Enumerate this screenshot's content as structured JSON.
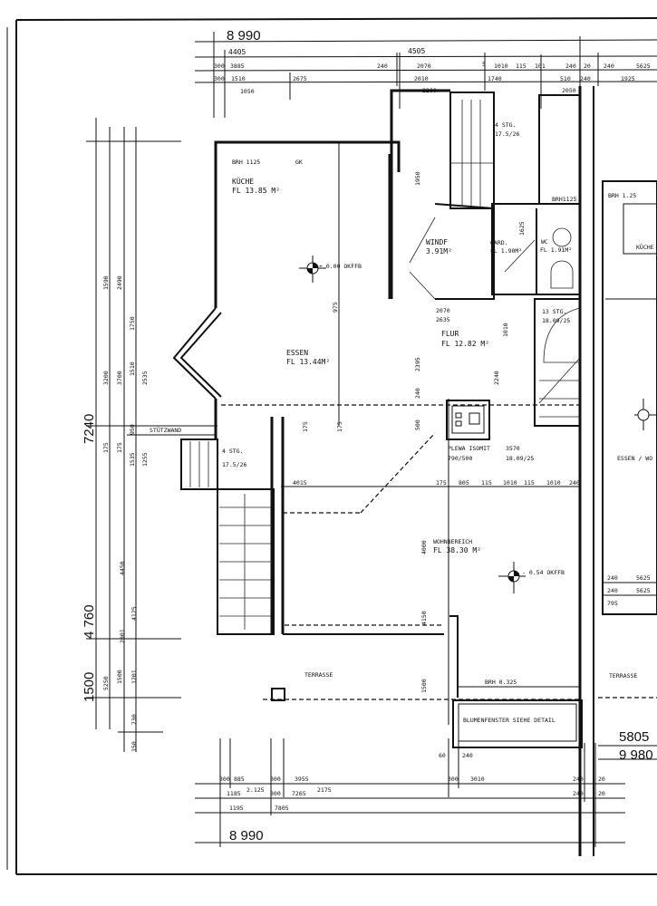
{
  "title": "Grundriss Erdgeschoss",
  "rooms": {
    "kueche": {
      "name": "KÜCHE",
      "area": "FL 13.85 M²"
    },
    "essen": {
      "name": "ESSEN",
      "area": "FL 13.44M²"
    },
    "winde": {
      "name": "WINDF",
      "area": "3.91M²"
    },
    "garderobe": {
      "name": "GARD.",
      "area": "FL 1.90M²"
    },
    "wc": {
      "name": "WC",
      "area": "FL 1.91M²"
    },
    "flur": {
      "name": "FLUR",
      "area": "FL 12.82 M²"
    },
    "wohnbereich": {
      "name": "WOHNBEREICH",
      "area": "FL 38.30 M²"
    },
    "terrasse": {
      "name": "TERRASSE"
    }
  },
  "labels": {
    "brh_kitchen": "BRH 1125",
    "gk": "GK",
    "level_upper": "± 0.00 OKFFB",
    "stair_top": "4 STG.",
    "stair_top_ratio": "17.5/26",
    "brh_wc": "BRH1125",
    "stair_main": "13 STG.",
    "stair_main_ratio": "18.09/25",
    "stuetzwand": "STÜTZWAND",
    "stair_low": "4 STG.",
    "stair_low_ratio": "17.5/26",
    "chimney": "PLEWA ISOMIT",
    "chimney_size": "790/500",
    "stair_dim": "3570",
    "stair_dim_ratio": "18.09/25",
    "level_lower": "- 0.54 OKFFB",
    "brh_terrace": "BRH 0.325",
    "blumenfenster": "BLUMENFENSTER SIEHE DETAIL",
    "brh_neighbor": "BRH 1.25",
    "neighbor_kitchen": "KÜCHE",
    "neighbor_living": "ESSEN / WO",
    "neighbor_terrace": "TERRASSE"
  },
  "dims": {
    "top": [
      "8 990",
      "4405",
      "4505",
      "300",
      "3885",
      "240",
      "2070",
      "5",
      "1010",
      "115",
      "101",
      "240",
      "20",
      "240",
      "5625",
      "300",
      "1510",
      "2675",
      "2010",
      "1740",
      "510",
      "240",
      "1925",
      "1050",
      "2260",
      "2050"
    ],
    "bottom": [
      "300",
      "885",
      "300",
      "3955",
      "300",
      "3010",
      "240",
      "20",
      "1185",
      "2.125",
      "300",
      "7265",
      "2175",
      "240",
      "20",
      "1195",
      "7805",
      "8 990",
      "60",
      "240",
      "5805",
      "9 980"
    ],
    "left": [
      "7240",
      "4 760",
      "1500",
      "3200",
      "3700",
      "1510",
      "2535",
      "1590",
      "2490",
      "1750",
      "950",
      "175",
      "175",
      "1535",
      "1255",
      "4450",
      "4125",
      "2001",
      "5250",
      "1500",
      "1201",
      "730",
      "150"
    ],
    "right": [
      "240",
      "5625",
      "240",
      "5625",
      "795"
    ],
    "inner": [
      "975",
      "2070",
      "2635",
      "2395",
      "240",
      "2240",
      "1010",
      "175",
      "805",
      "115",
      "1010",
      "115",
      "1010",
      "240",
      "4015",
      "4000",
      "4150",
      "1500",
      "500",
      "175",
      "175",
      "1625",
      "1950"
    ]
  }
}
